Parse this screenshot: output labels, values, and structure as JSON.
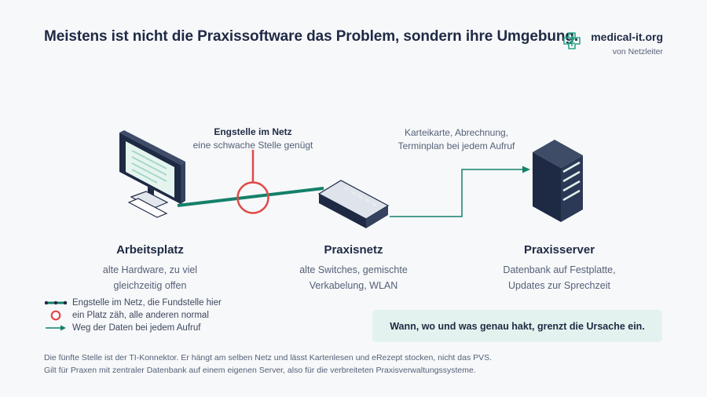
{
  "title": "Meistens ist nicht die Praxissoftware das Problem, sondern ihre Umgebung.",
  "brand": {
    "name": "medical-it.org",
    "sub": "von Netzleiter",
    "icon": "medical-cross-logo-icon"
  },
  "callouts": {
    "bottleneck_title": "Engstelle im Netz",
    "bottleneck_text": "eine schwache Stelle genügt",
    "data_line1": "Karteikarte, Abrechnung,",
    "data_line2": "Terminplan bei jedem Aufruf"
  },
  "nodes": {
    "workstation": {
      "title": "Arbeitsplatz",
      "line1": "alte Hardware, zu viel",
      "line2": "gleichzeitig offen",
      "icon": "monitor-icon"
    },
    "network": {
      "title": "Praxisnetz",
      "line1": "alte Switches, gemischte",
      "line2": "Verkabelung, WLAN",
      "icon": "network-switch-icon"
    },
    "server": {
      "title": "Praxisserver",
      "line1": "Datenbank auf Festplatte,",
      "line2": "Updates zur Sprechzeit",
      "icon": "server-rack-icon"
    }
  },
  "legend": [
    {
      "icon": "bottleneck-line-icon",
      "label": "Engstelle im Netz, die Fundstelle hier"
    },
    {
      "icon": "red-ring-icon",
      "label": "ein Platz zäh, alle anderen normal"
    },
    {
      "icon": "arrow-icon",
      "label": "Weg der Daten bei jedem Aufruf"
    }
  ],
  "keybox": "Wann, wo und was genau hakt, grenzt die Ursache ein.",
  "footer": {
    "line1": "Die fünfte Stelle ist der TI-Konnektor. Er hängt am selben Netz und lässt Kartenlesen und eRezept stocken, nicht das PVS.",
    "line2": "Gilt für Praxen mit zentraler Datenbank auf einem eigenen Server, also für die verbreiteten Praxisverwaltungssysteme."
  },
  "colors": {
    "navy": "#1e2a44",
    "teal": "#14806a",
    "red": "#e04848",
    "mint": "#e3f2ee"
  }
}
